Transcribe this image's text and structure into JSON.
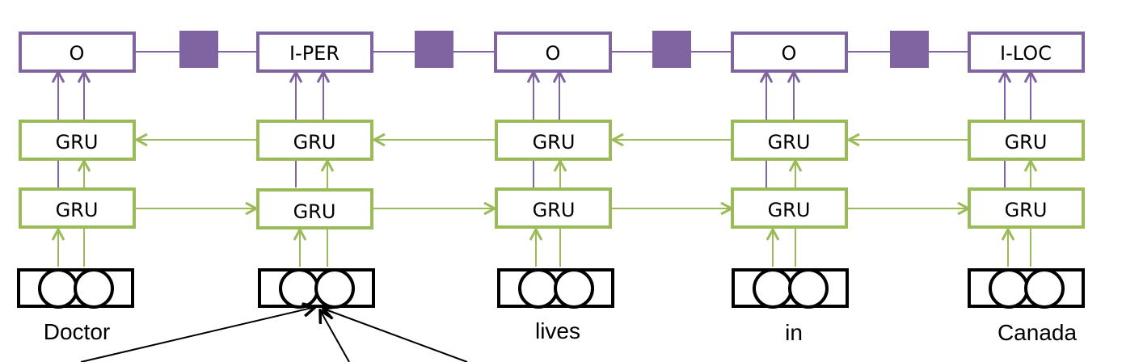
{
  "colors": {
    "purple": "#8064a2",
    "green": "#9bbb59",
    "black": "#000000"
  },
  "columns": [
    {
      "word": "Doctor",
      "tag": "O",
      "gru_backward": "GRU",
      "gru_forward": "GRU"
    },
    {
      "word": "",
      "tag": "I-PER",
      "gru_backward": "GRU",
      "gru_forward": "GRU"
    },
    {
      "word": "lives",
      "tag": "O",
      "gru_backward": "GRU",
      "gru_forward": "GRU"
    },
    {
      "word": "in",
      "tag": "O",
      "gru_backward": "GRU",
      "gru_forward": "GRU"
    },
    {
      "word": "Canada",
      "tag": "I-LOC",
      "gru_backward": "GRU",
      "gru_forward": "GRU"
    }
  ]
}
